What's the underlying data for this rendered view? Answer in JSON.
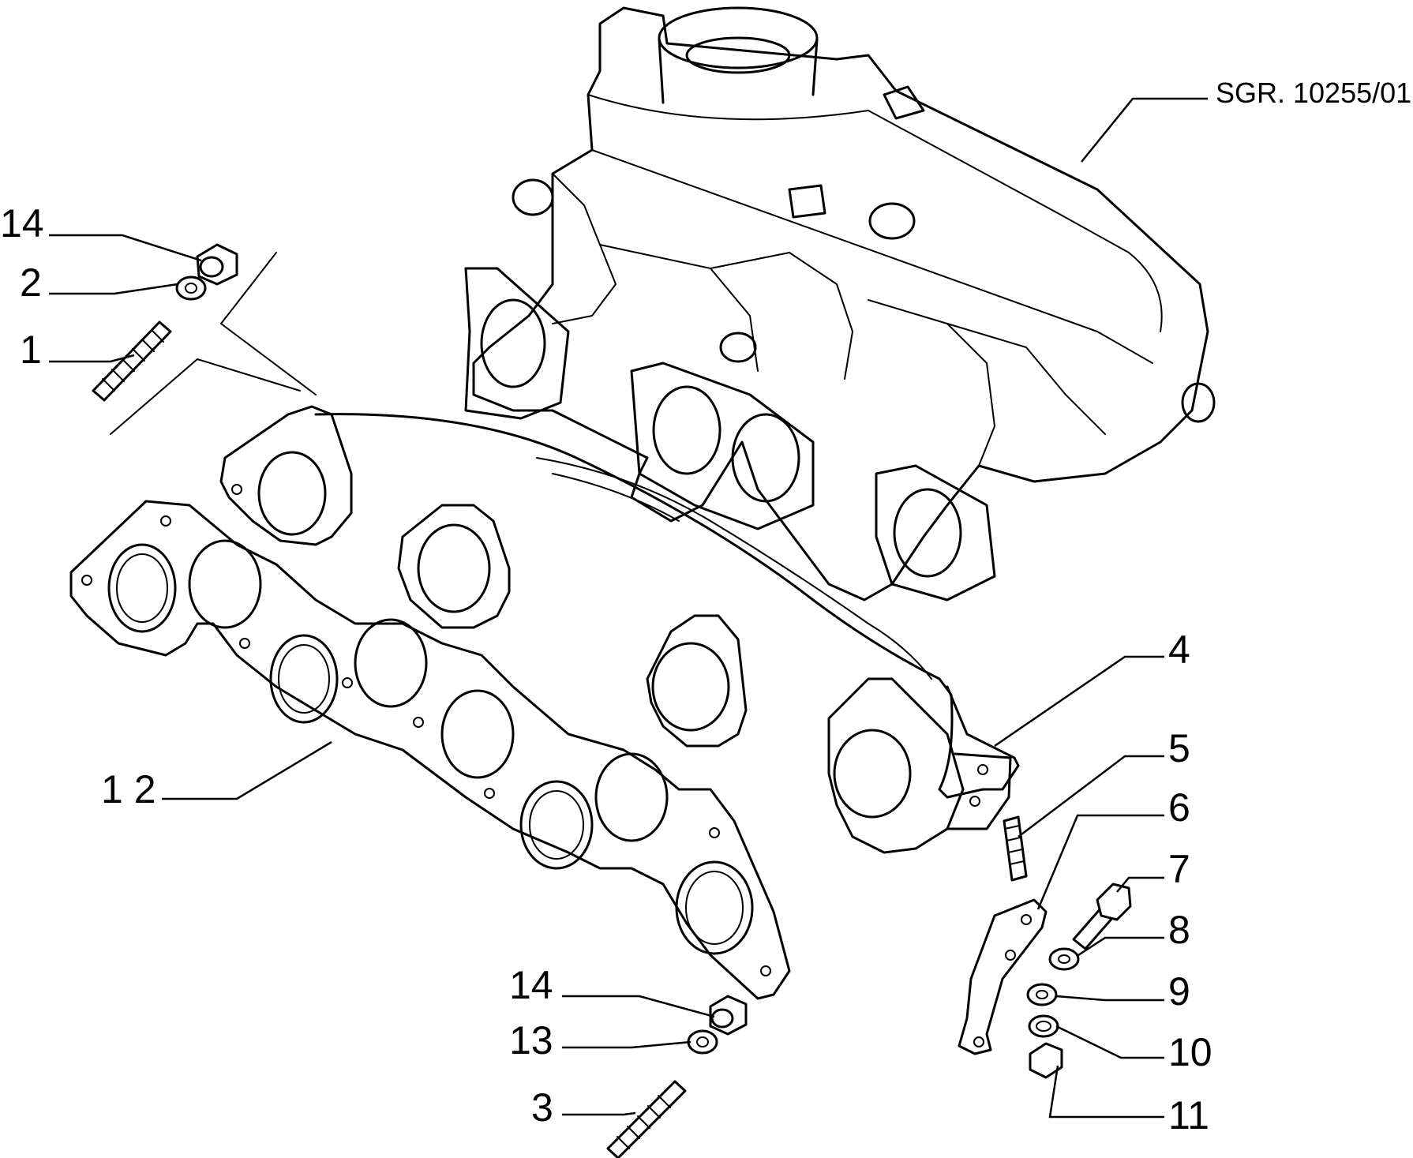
{
  "drawing": {
    "reference": "SGR. 10255/01"
  },
  "callouts": {
    "c14a": "14",
    "c2": "2",
    "c1": "1",
    "c12": "1 2",
    "c4": "4",
    "c5": "5",
    "c6": "6",
    "c7": "7",
    "c8": "8",
    "c9": "9",
    "c10": "10",
    "c11": "11",
    "c14b": "14",
    "c13": "13",
    "c3": "3"
  }
}
